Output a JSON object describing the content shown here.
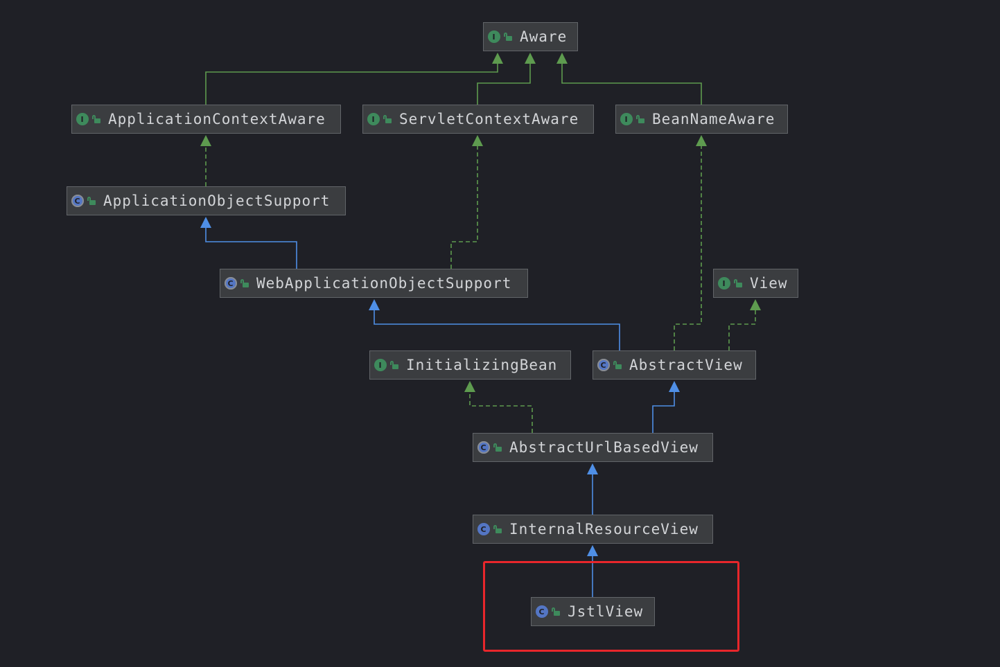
{
  "nodes": {
    "aware": {
      "label": "Aware",
      "kind": "interface",
      "kind_glyph": "I"
    },
    "application_context_aware": {
      "label": "ApplicationContextAware",
      "kind": "interface",
      "kind_glyph": "I"
    },
    "servlet_context_aware": {
      "label": "ServletContextAware",
      "kind": "interface",
      "kind_glyph": "I"
    },
    "bean_name_aware": {
      "label": "BeanNameAware",
      "kind": "interface",
      "kind_glyph": "I"
    },
    "application_object_support": {
      "label": "ApplicationObjectSupport",
      "kind": "abstract-class",
      "kind_glyph": "C"
    },
    "web_application_object_support": {
      "label": "WebApplicationObjectSupport",
      "kind": "abstract-class",
      "kind_glyph": "C"
    },
    "view": {
      "label": "View",
      "kind": "interface",
      "kind_glyph": "I"
    },
    "initializing_bean": {
      "label": "InitializingBean",
      "kind": "interface",
      "kind_glyph": "I"
    },
    "abstract_view": {
      "label": "AbstractView",
      "kind": "abstract-class",
      "kind_glyph": "C"
    },
    "abstract_url_based_view": {
      "label": "AbstractUrlBasedView",
      "kind": "abstract-class",
      "kind_glyph": "C"
    },
    "internal_resource_view": {
      "label": "InternalResourceView",
      "kind": "class",
      "kind_glyph": "C"
    },
    "jstl_view": {
      "label": "JstlView",
      "kind": "class",
      "kind_glyph": "C"
    }
  },
  "edges": [
    {
      "from": "application_context_aware",
      "to": "aware",
      "type": "extends-interface"
    },
    {
      "from": "servlet_context_aware",
      "to": "aware",
      "type": "extends-interface"
    },
    {
      "from": "bean_name_aware",
      "to": "aware",
      "type": "extends-interface"
    },
    {
      "from": "application_object_support",
      "to": "application_context_aware",
      "type": "implements"
    },
    {
      "from": "web_application_object_support",
      "to": "application_object_support",
      "type": "extends"
    },
    {
      "from": "web_application_object_support",
      "to": "servlet_context_aware",
      "type": "implements"
    },
    {
      "from": "abstract_view",
      "to": "web_application_object_support",
      "type": "extends"
    },
    {
      "from": "abstract_view",
      "to": "bean_name_aware",
      "type": "implements"
    },
    {
      "from": "abstract_view",
      "to": "view",
      "type": "implements"
    },
    {
      "from": "abstract_url_based_view",
      "to": "abstract_view",
      "type": "extends"
    },
    {
      "from": "abstract_url_based_view",
      "to": "initializing_bean",
      "type": "implements"
    },
    {
      "from": "internal_resource_view",
      "to": "abstract_url_based_view",
      "type": "extends"
    },
    {
      "from": "jstl_view",
      "to": "internal_resource_view",
      "type": "extends"
    }
  ],
  "highlight": {
    "target": "jstl_view",
    "color": "#e8262b"
  },
  "colors": {
    "background": "#1f2026",
    "node_fill": "#3b3d40",
    "node_border": "#626569",
    "text": "#d3d5d8",
    "interface_arrow": "#5e9b4f",
    "class_arrow": "#4f8fe6",
    "interface_icon": "#3e8a5c",
    "class_icon": "#5476c4"
  }
}
